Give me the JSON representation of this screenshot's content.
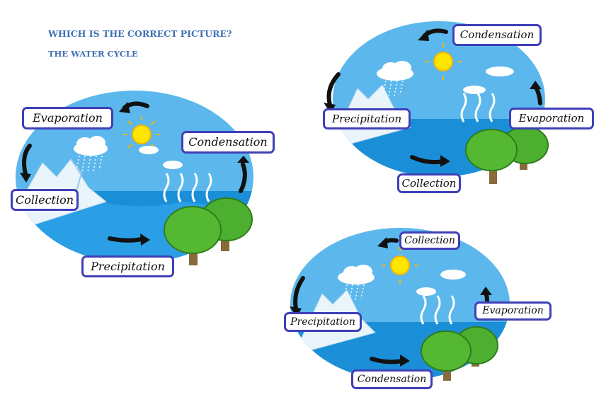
{
  "header": {
    "question": "WHICH IS THE CORRECT PICTURE?",
    "subtitle": "THE WATER CYCLE"
  },
  "diagrams": [
    {
      "labels": [
        "Evaporation",
        "Condensation",
        "Collection",
        "Precipitation"
      ]
    },
    {
      "labels": [
        "Condensation",
        "Precipitation",
        "Evaporation",
        "Collection"
      ]
    },
    {
      "labels": [
        "Collection",
        "Precipitation",
        "Evaporation",
        "Condensation"
      ]
    }
  ],
  "colors": {
    "label_border": "#3f3fb8",
    "heading": "#3f6fb5",
    "sky": "#5cb8ec",
    "water": "#1a8fd8"
  }
}
